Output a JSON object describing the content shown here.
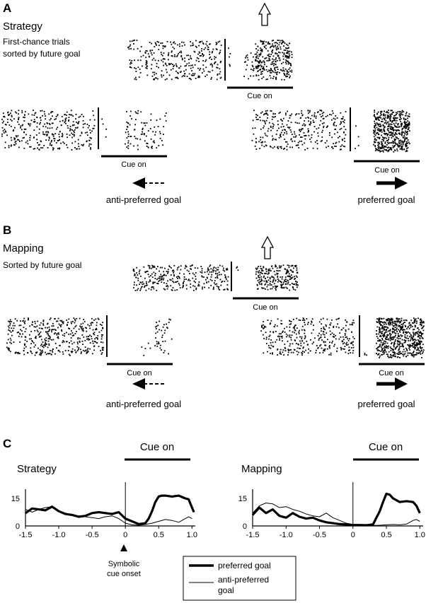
{
  "panel_A": {
    "letter": "A",
    "title": "Strategy",
    "subtitle_line1": "First-chance trials",
    "subtitle_line2": "sorted by future goal",
    "cue_label": "Cue on"
  },
  "panel_B": {
    "letter": "B",
    "title": "Mapping",
    "subtitle": "Sorted by future goal",
    "cue_label": "Cue on"
  },
  "goal_labels": {
    "anti": "anti-preferred goal",
    "preferred": "preferred goal"
  },
  "panel_C": {
    "letter": "C",
    "cue_label": "Cue on",
    "annotation_line1": "Symbolic",
    "annotation_line2": "cue onset",
    "legend": {
      "preferred": "preferred goal",
      "anti_line1": "anti-preferred",
      "anti_line2": "goal"
    }
  },
  "chart_data": [
    {
      "type": "line",
      "title": "Strategy",
      "x_ticks": [
        "-1.5",
        "-1.0",
        "-0.5",
        "0",
        "0.5",
        "1.0"
      ],
      "y_ticks": [
        "0",
        "15"
      ],
      "xlim": [
        -1.5,
        1.05
      ],
      "ylim": [
        0,
        20
      ],
      "series": [
        {
          "name": "preferred goal",
          "x": [
            -1.5,
            -1.4,
            -1.3,
            -1.2,
            -1.1,
            -1.0,
            -0.9,
            -0.8,
            -0.7,
            -0.6,
            -0.5,
            -0.4,
            -0.3,
            -0.2,
            -0.1,
            0.0,
            0.1,
            0.2,
            0.3,
            0.35,
            0.4,
            0.45,
            0.5,
            0.55,
            0.6,
            0.7,
            0.8,
            0.9,
            0.95,
            1.0,
            1.03
          ],
          "y": [
            7.0,
            9.5,
            9.0,
            8.5,
            10.5,
            8.0,
            6.5,
            6.0,
            5.0,
            5.5,
            7.0,
            7.5,
            7.0,
            6.5,
            7.5,
            4.0,
            2.5,
            1.0,
            1.5,
            4.0,
            8.0,
            13.0,
            16.0,
            16.5,
            16.5,
            16.0,
            16.5,
            15.0,
            14.5,
            10.0,
            7.5
          ]
        },
        {
          "name": "anti-preferred goal",
          "x": [
            -1.5,
            -1.4,
            -1.3,
            -1.2,
            -1.1,
            -1.0,
            -0.9,
            -0.8,
            -0.7,
            -0.6,
            -0.5,
            -0.4,
            -0.3,
            -0.2,
            -0.1,
            0.0,
            0.1,
            0.2,
            0.3,
            0.4,
            0.5,
            0.6,
            0.7,
            0.8,
            0.9,
            0.95,
            1.0
          ],
          "y": [
            9.0,
            7.5,
            9.0,
            10.0,
            10.5,
            8.0,
            7.0,
            6.0,
            5.5,
            5.0,
            4.5,
            4.0,
            5.0,
            5.5,
            4.0,
            1.5,
            0.6,
            0.4,
            0.8,
            1.5,
            2.5,
            3.5,
            3.0,
            2.0,
            4.0,
            5.0,
            4.0
          ]
        }
      ]
    },
    {
      "type": "line",
      "title": "Mapping",
      "x_ticks": [
        "-1.5",
        "-1.0",
        "-0.5",
        "0",
        "0.5",
        "1.0"
      ],
      "y_ticks": [
        "0",
        "15"
      ],
      "xlim": [
        -1.5,
        1.05
      ],
      "ylim": [
        0,
        20
      ],
      "series": [
        {
          "name": "preferred goal",
          "x": [
            -1.5,
            -1.4,
            -1.3,
            -1.2,
            -1.1,
            -1.0,
            -0.9,
            -0.8,
            -0.7,
            -0.6,
            -0.5,
            -0.4,
            -0.3,
            -0.2,
            -0.1,
            0.0,
            0.1,
            0.2,
            0.3,
            0.4,
            0.45,
            0.5,
            0.55,
            0.6,
            0.7,
            0.8,
            0.9,
            0.95,
            1.0
          ],
          "y": [
            6.0,
            10.0,
            7.0,
            9.0,
            5.5,
            4.5,
            7.0,
            5.0,
            4.0,
            4.5,
            3.0,
            2.0,
            1.5,
            1.0,
            0.8,
            0.5,
            0.5,
            0.4,
            0.8,
            8.0,
            13.0,
            17.5,
            17.0,
            15.0,
            13.0,
            13.5,
            13.0,
            11.0,
            7.0
          ]
        },
        {
          "name": "anti-preferred goal",
          "x": [
            -1.5,
            -1.4,
            -1.3,
            -1.2,
            -1.1,
            -1.0,
            -0.9,
            -0.8,
            -0.7,
            -0.6,
            -0.5,
            -0.4,
            -0.3,
            -0.2,
            -0.1,
            0.0,
            0.1,
            0.2,
            0.3,
            0.4,
            0.5,
            0.6,
            0.7,
            0.8,
            0.9,
            0.95,
            1.0
          ],
          "y": [
            7.0,
            11.0,
            12.5,
            12.0,
            10.0,
            10.5,
            9.0,
            8.0,
            6.5,
            5.5,
            5.0,
            7.0,
            4.5,
            3.0,
            1.5,
            0.8,
            0.4,
            0.3,
            0.3,
            0.4,
            0.6,
            0.8,
            0.6,
            1.0,
            3.0,
            3.5,
            2.5
          ]
        }
      ]
    }
  ]
}
